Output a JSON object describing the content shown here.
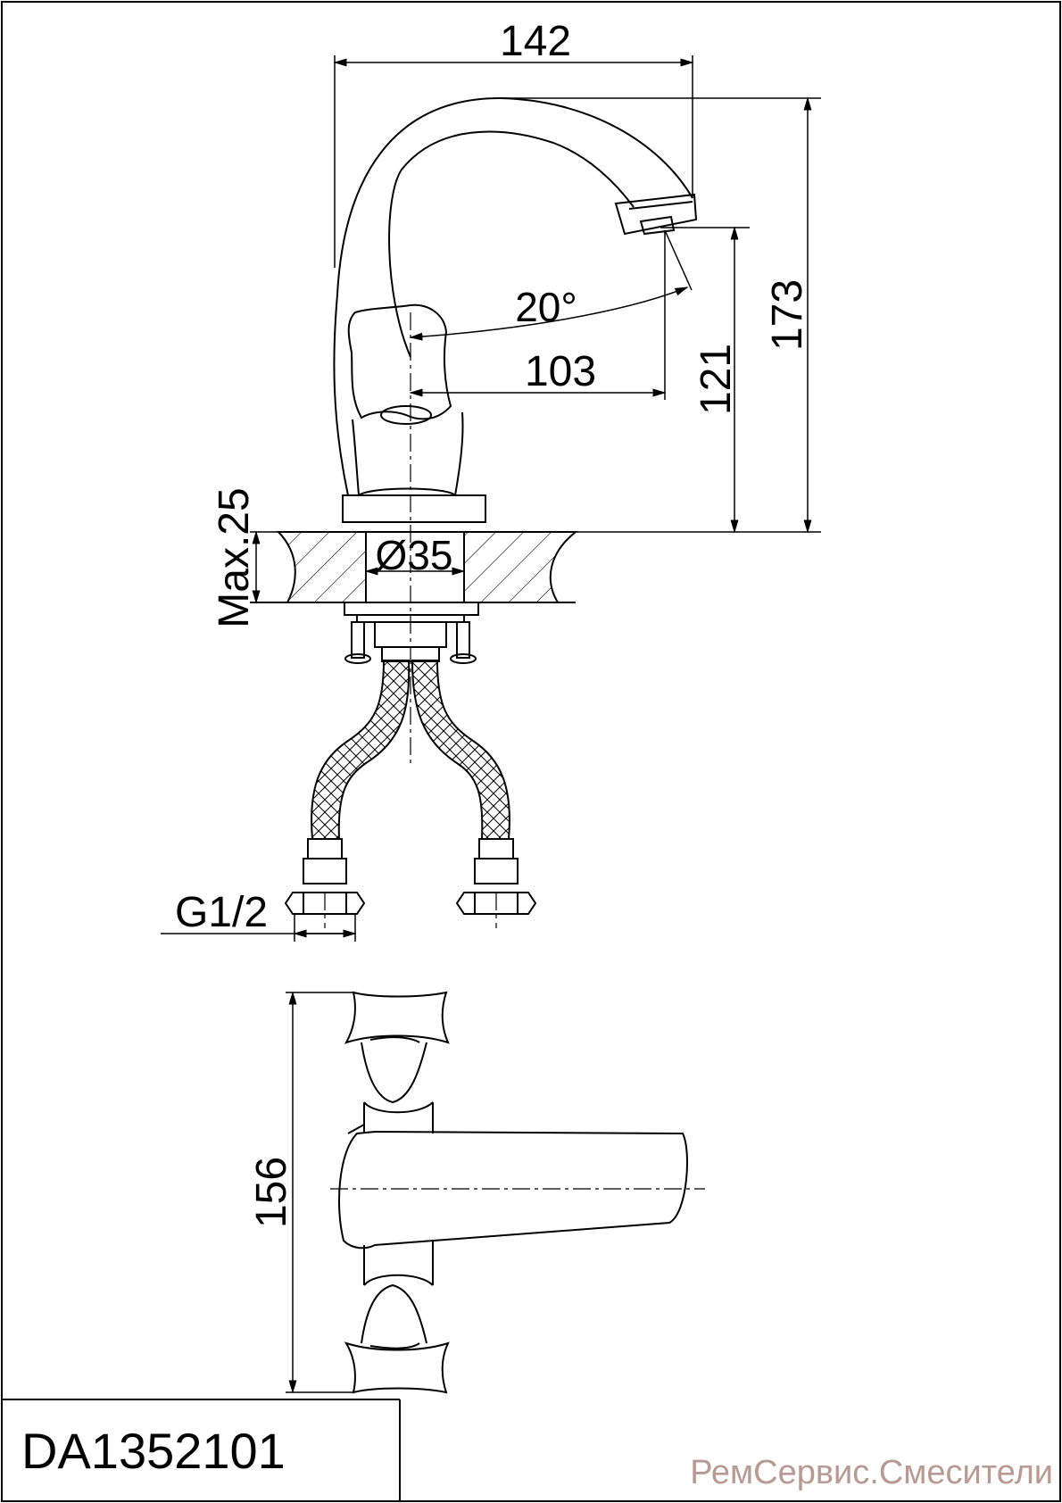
{
  "drawing": {
    "dimensions": {
      "total_width": "142",
      "total_height": "173",
      "spout_height": "121",
      "spout_reach": "103",
      "swivel_angle": "20°",
      "max_counter_thickness": "Max.25",
      "mounting_diameter": "Ø35",
      "thread": "G1/2",
      "handle_span": "156"
    },
    "model_code": "DA1352101",
    "watermark": "РемСервис.Смесители"
  },
  "colors": {
    "line": "#000000",
    "watermark": "#b89a92",
    "background": "#ffffff"
  }
}
